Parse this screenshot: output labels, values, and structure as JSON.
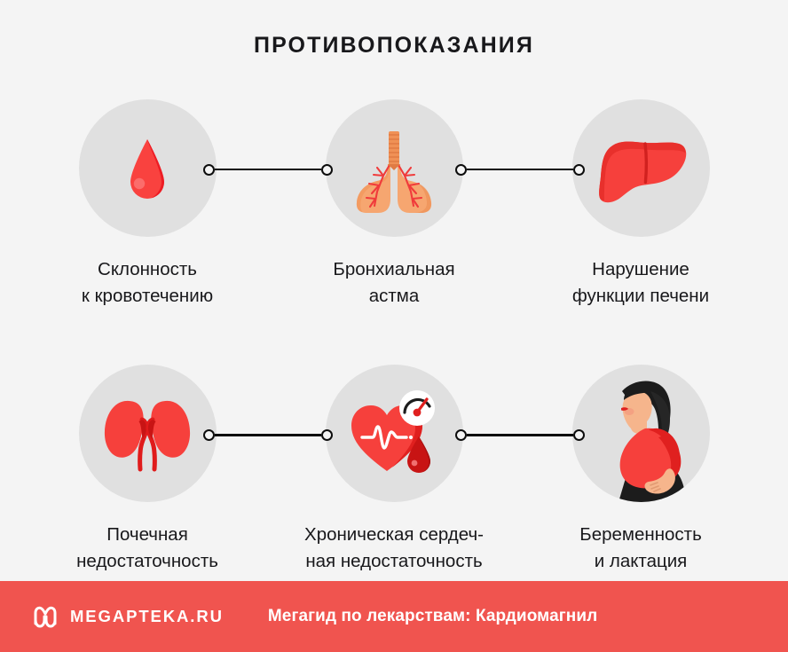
{
  "page": {
    "title": "ПРОТИВОПОКАЗАНИЯ",
    "background_color": "#f4f4f4",
    "text_color": "#18181b",
    "accent_color": "#f0544f",
    "circle_color": "#e0e0e0",
    "connector_color": "#0d0d0d"
  },
  "items": [
    {
      "icon": "blood-drop-icon",
      "caption": "Склонность\nк кровотечению",
      "row": 1,
      "column": 1
    },
    {
      "icon": "lungs-icon",
      "caption": "Бронхиальная\nастма",
      "row": 1,
      "column": 2
    },
    {
      "icon": "liver-icon",
      "caption": "Нарушение\nфункции печени",
      "row": 1,
      "column": 3
    },
    {
      "icon": "kidneys-icon",
      "caption": "Почечная\nнедостаточность",
      "row": 2,
      "column": 1
    },
    {
      "icon": "heart-blood-pressure-icon",
      "caption": "Хроническая сердеч-\nная недостаточность",
      "row": 2,
      "column": 2
    },
    {
      "icon": "pregnant-woman-icon",
      "caption": "Беременность\nи лактация",
      "row": 2,
      "column": 3
    }
  ],
  "connectors": [
    {
      "name": "connector-row1-left",
      "from": "blood-drop-icon",
      "to": "lungs-icon"
    },
    {
      "name": "connector-row1-right",
      "from": "lungs-icon",
      "to": "liver-icon"
    },
    {
      "name": "connector-row2-left",
      "from": "kidneys-icon",
      "to": "heart-blood-pressure-icon"
    },
    {
      "name": "connector-row2-right",
      "from": "heart-blood-pressure-icon",
      "to": "pregnant-woman-icon"
    }
  ],
  "footer": {
    "logo_icon": "megapteka-m-logo-icon",
    "brand": "MEGAPTEKA.RU",
    "caption": "Мегагид по лекарствам: Кардиомагнил",
    "background_color": "#f0544f",
    "text_color": "#ffffff"
  }
}
